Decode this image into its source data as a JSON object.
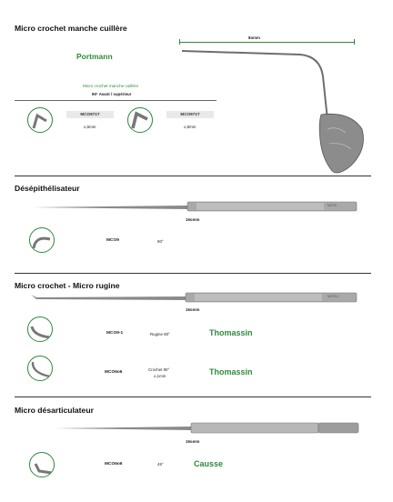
{
  "sections": [
    {
      "title": "Micro crochet manche cuillère",
      "brand": "Portmann",
      "dimension": "8omm",
      "subheading": "Micro crochet manche cuillère",
      "subheading2": "90° Avant / supérieur",
      "items": [
        {
          "code": "MCO971T",
          "spec": "o,5mm"
        },
        {
          "code": "MCO971T",
          "spec": "o,8mm"
        }
      ]
    },
    {
      "title": "Désépithélisateur",
      "dimension": "16omm",
      "handle_mark": "MCO9",
      "items": [
        {
          "code": "MCO9",
          "spec": "90°"
        }
      ]
    },
    {
      "title": "Micro crochet - Micro rugine",
      "dimension": "16omm",
      "handle_mark": "MCO9-1",
      "items": [
        {
          "code": "MCO9-1",
          "spec": "Rugine 90°",
          "brand": "Thomassin"
        },
        {
          "code": "MCO6o6",
          "spec": "Crochet 90°",
          "spec2": "o,1mm",
          "brand": "Thomassin"
        }
      ]
    },
    {
      "title": "Micro désarticulateur",
      "dimension": "16omm",
      "items": [
        {
          "code": "MCO6o6",
          "spec": "45°",
          "brand": "Causse"
        }
      ]
    }
  ],
  "colors": {
    "accent_green": "#2f8a3b",
    "rule": "#333333",
    "instrument_gray": "#9a9a9a"
  }
}
